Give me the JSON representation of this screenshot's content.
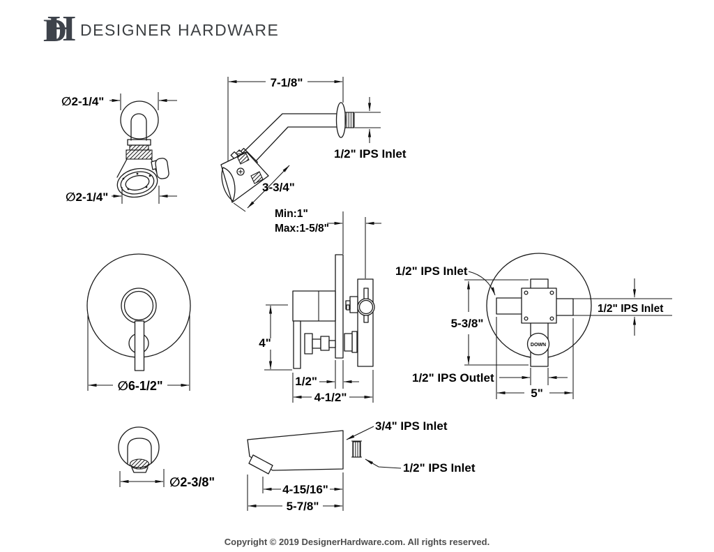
{
  "brand": {
    "monogram_d": "D",
    "monogram_h": "H",
    "name": "DESIGNER HARDWARE"
  },
  "footer": {
    "copyright": "Copyright © 2019 DesignerHardware.com. All rights reserved."
  },
  "colors": {
    "line": "#1a1a1a",
    "label": "#000000",
    "logo": "#3e434b",
    "footer_text": "#4d4d4d"
  },
  "views": {
    "showerhead_front": {
      "dim_flange": "∅2-1/4\"",
      "dim_face": "∅2-1/4\""
    },
    "shower_arm_side": {
      "dim_arm_length": "7-1/8\"",
      "dim_head_length": "3-3/4\"",
      "label_inlet": "1/2\" IPS Inlet"
    },
    "valve_trim_front": {
      "dim_plate": "∅6-1/2\""
    },
    "valve_side": {
      "label_wall_min": "Min:1\"",
      "label_wall_max": "Max:1-5/8\"",
      "dim_handle": "4\"",
      "dim_plate_thickness": "1/2\"",
      "dim_depth": "4-1/2\""
    },
    "valve_rear": {
      "label_inlet_left": "1/2\" IPS Inlet",
      "label_inlet_right": "1/2\" IPS Inlet",
      "label_outlet": "1/2\" IPS Outlet",
      "dim_height": "5-3/8\"",
      "dim_width": "5\"",
      "label_plug": "DOWN"
    },
    "spout_front": {
      "dim_face": "∅2-3/8\""
    },
    "spout_side": {
      "label_inlet_back": "3/4\" IPS Inlet",
      "label_inlet_bottom": "1/2\" IPS Inlet",
      "dim_body": "4-15/16\"",
      "dim_overall": "5-7/8\""
    }
  }
}
